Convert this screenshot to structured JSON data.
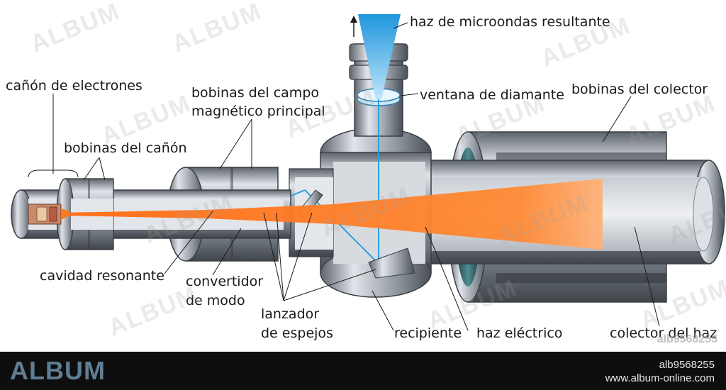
{
  "labels": {
    "beam_out": "haz de microondas resultante",
    "electron_gun": "cañón de electrones",
    "main_coils_1": "bobinas del campo",
    "main_coils_2": "magnético principal",
    "diamond_window": "ventana de diamante",
    "collector_coils": "bobinas del colector",
    "gun_coils": "bobinas del cañón",
    "resonant_cavity": "cavidad resonante",
    "mode_converter_1": "convertidor",
    "mode_converter_2": "de modo",
    "mirror_launcher_1": "lanzador",
    "mirror_launcher_2": "de espejos",
    "vessel": "recipiente",
    "electron_beam": "haz eléctrico",
    "beam_collector": "colector del haz"
  },
  "watermark": {
    "text": "ALBUM",
    "image_id": "alb9568255"
  },
  "footer": {
    "brand": "ALBUM",
    "id": "alb9568255",
    "url": "www.album-online.com"
  },
  "colors": {
    "beam": "#ff7a1a",
    "microwave": "#2aa0e0",
    "metal": "#8a9099",
    "footer_bg": "#0e0e0e",
    "brand": "#5f7e92"
  }
}
